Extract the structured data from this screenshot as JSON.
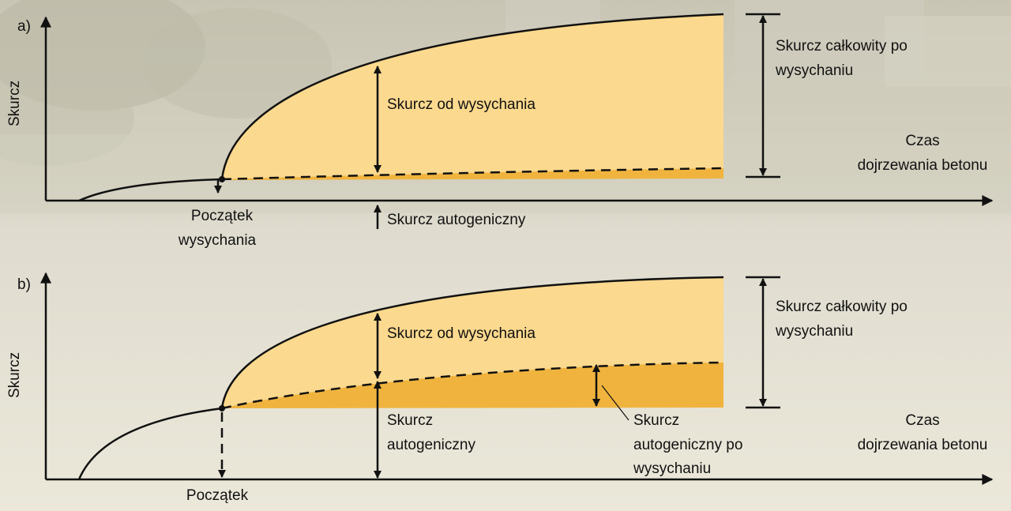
{
  "colors": {
    "light_fill": "#fbd98e",
    "dark_fill": "#f0b43e",
    "line": "#111111"
  },
  "panel_a": {
    "letter": "a)",
    "y_axis": "Skurcz",
    "x_axis_line1": "Czas",
    "x_axis_line2": "dojrzewania betonu",
    "drying_start_line1": "Początek",
    "drying_start_line2": "wysychania",
    "drying_shrinkage": "Skurcz od wysychania",
    "autogenous": "Skurcz autogeniczny",
    "total_line1": "Skurcz całkowity po",
    "total_line2": "wysychaniu"
  },
  "panel_b": {
    "letter": "b)",
    "y_axis": "Skurcz",
    "x_axis_line1": "Czas",
    "x_axis_line2": "dojrzewania betonu",
    "drying_start_line1": "Początek",
    "drying_shrinkage": "Skurcz od wysychania",
    "autogenous_line1": "Skurcz",
    "autogenous_line2": "autogeniczny",
    "auto_after_line1": "Skurcz",
    "auto_after_line2": "autogeniczny po",
    "auto_after_line3": "wysychaniu",
    "total_line1": "Skurcz całkowity po",
    "total_line2": "wysychaniu"
  }
}
